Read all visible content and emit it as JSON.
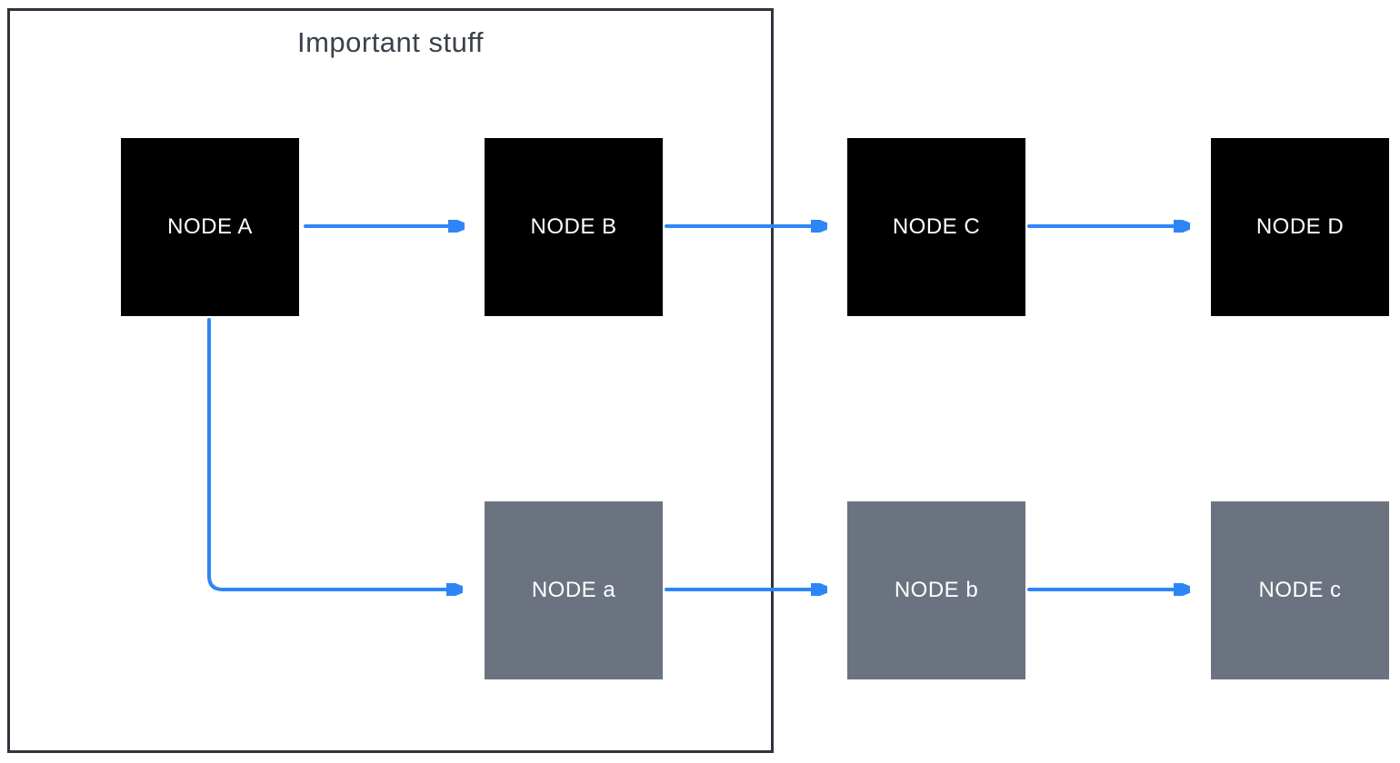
{
  "diagram": {
    "frame": {
      "label": "Important stuff"
    },
    "nodes": [
      {
        "id": "A",
        "label": "NODE A",
        "variant": "black",
        "in_frame": true
      },
      {
        "id": "B",
        "label": "NODE B",
        "variant": "black",
        "in_frame": true
      },
      {
        "id": "C",
        "label": "NODE C",
        "variant": "black",
        "in_frame": false
      },
      {
        "id": "D",
        "label": "NODE D",
        "variant": "black",
        "in_frame": false
      },
      {
        "id": "a",
        "label": "NODE a",
        "variant": "gray",
        "in_frame": true
      },
      {
        "id": "b",
        "label": "NODE b",
        "variant": "gray",
        "in_frame": false
      },
      {
        "id": "c",
        "label": "NODE c",
        "variant": "gray",
        "in_frame": false
      }
    ],
    "edges": [
      {
        "from": "NODE A",
        "to": "NODE B",
        "shape": "straight"
      },
      {
        "from": "NODE B",
        "to": "NODE C",
        "shape": "straight"
      },
      {
        "from": "NODE C",
        "to": "NODE D",
        "shape": "straight"
      },
      {
        "from": "NODE A",
        "to": "NODE a",
        "shape": "elbow"
      },
      {
        "from": "NODE a",
        "to": "NODE b",
        "shape": "straight"
      },
      {
        "from": "NODE b",
        "to": "NODE c",
        "shape": "straight"
      }
    ],
    "colors": {
      "background": "#ffffff",
      "node_black": "#000000",
      "node_gray": "#6b7380",
      "node_text": "#ffffff",
      "arrow": "#2e86f5",
      "frame_border": "#2e343d",
      "frame_label": "#3a414b"
    }
  }
}
